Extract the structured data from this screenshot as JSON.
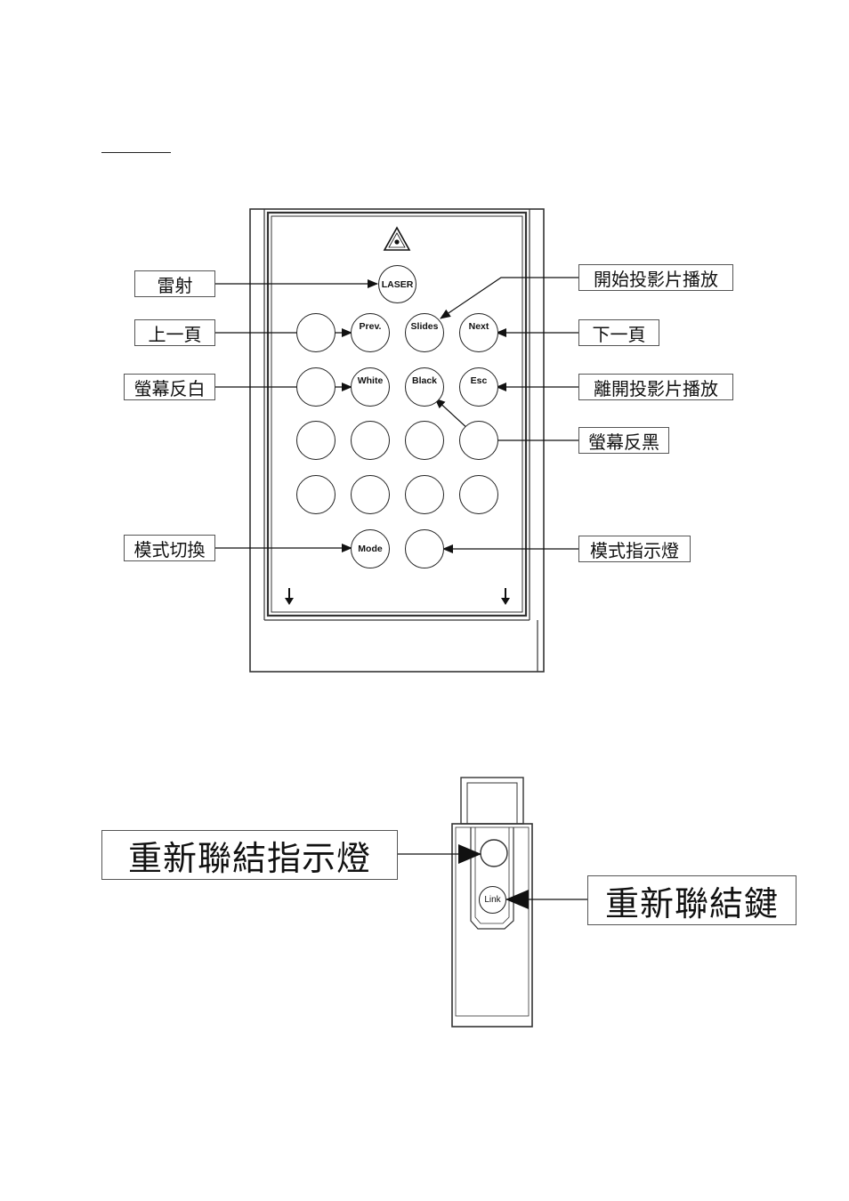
{
  "remote": {
    "buttons": {
      "laser": "LASER",
      "prev": "Prev.",
      "slides": "Slides",
      "next": "Next",
      "white": "White",
      "black": "Black",
      "esc": "Esc",
      "mode": "Mode"
    },
    "labels": {
      "laser": "雷射",
      "start_slideshow": "開始投影片播放",
      "prev_page": "上一頁",
      "next_page": "下一頁",
      "white_screen": "螢幕反白",
      "exit_slideshow": "離開投影片播放",
      "black_screen": "螢幕反黑",
      "mode_switch": "模式切換",
      "mode_indicator": "模式指示燈"
    }
  },
  "receiver": {
    "link_button": "Link",
    "labels": {
      "relink_indicator": "重新聯結指示燈",
      "relink_key": "重新聯結鍵"
    }
  }
}
